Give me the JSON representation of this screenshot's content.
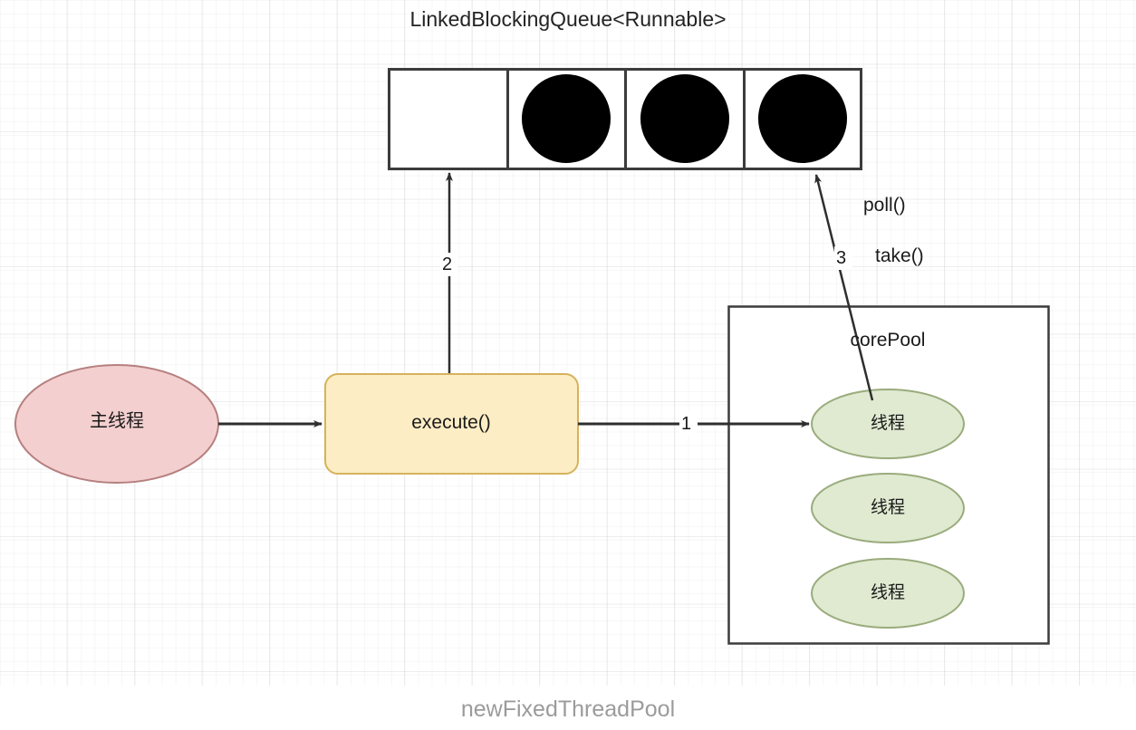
{
  "diagram": {
    "title": "LinkedBlockingQueue<Runnable>",
    "caption": "newFixedThreadPool",
    "colors": {
      "queue_stroke": "#3c3c3c",
      "queue_fill": "#ffffff",
      "task_dot": "#000000",
      "main_thread_fill": "#f4cfcf",
      "main_thread_stroke": "#b5807f",
      "execute_fill": "#fdedc4",
      "execute_stroke": "#d6b25d",
      "pool_box_stroke": "#3c3c3c",
      "pool_box_fill": "#ffffff",
      "thread_fill": "#dfead1",
      "thread_stroke": "#9aab7c",
      "arrow": "#2e2e2e",
      "caption_text": "#9b9b9b",
      "grid_line": "#e8e8e8"
    },
    "queue": {
      "label": "LinkedBlockingQueue<Runnable>",
      "cells": [
        {
          "name": "queue-slot-empty",
          "filled": false
        },
        {
          "name": "queue-slot-task-1",
          "filled": true
        },
        {
          "name": "queue-slot-task-2",
          "filled": true
        },
        {
          "name": "queue-slot-task-3",
          "filled": true
        }
      ]
    },
    "nodes": {
      "main_thread": {
        "label": "主线程",
        "shape": "ellipse"
      },
      "execute": {
        "label": "execute()",
        "shape": "rounded-rect"
      },
      "core_pool": {
        "label": "corePool",
        "shape": "rect"
      },
      "threads": [
        {
          "label": "线程"
        },
        {
          "label": "线程"
        },
        {
          "label": "线程"
        }
      ]
    },
    "edges": [
      {
        "id": "edge-main-to-execute",
        "label": "",
        "from": "main_thread",
        "to": "execute"
      },
      {
        "id": "edge-execute-to-thread",
        "label": "1",
        "from": "execute",
        "to": "thread-0"
      },
      {
        "id": "edge-execute-to-queue",
        "label": "2",
        "from": "execute",
        "to": "queue"
      },
      {
        "id": "edge-thread-to-queue",
        "label": "3",
        "from": "thread-0",
        "to": "queue"
      }
    ],
    "annotations": [
      {
        "id": "poll-annotation",
        "label": "poll()"
      },
      {
        "id": "take-annotation",
        "label": "take()"
      }
    ]
  }
}
